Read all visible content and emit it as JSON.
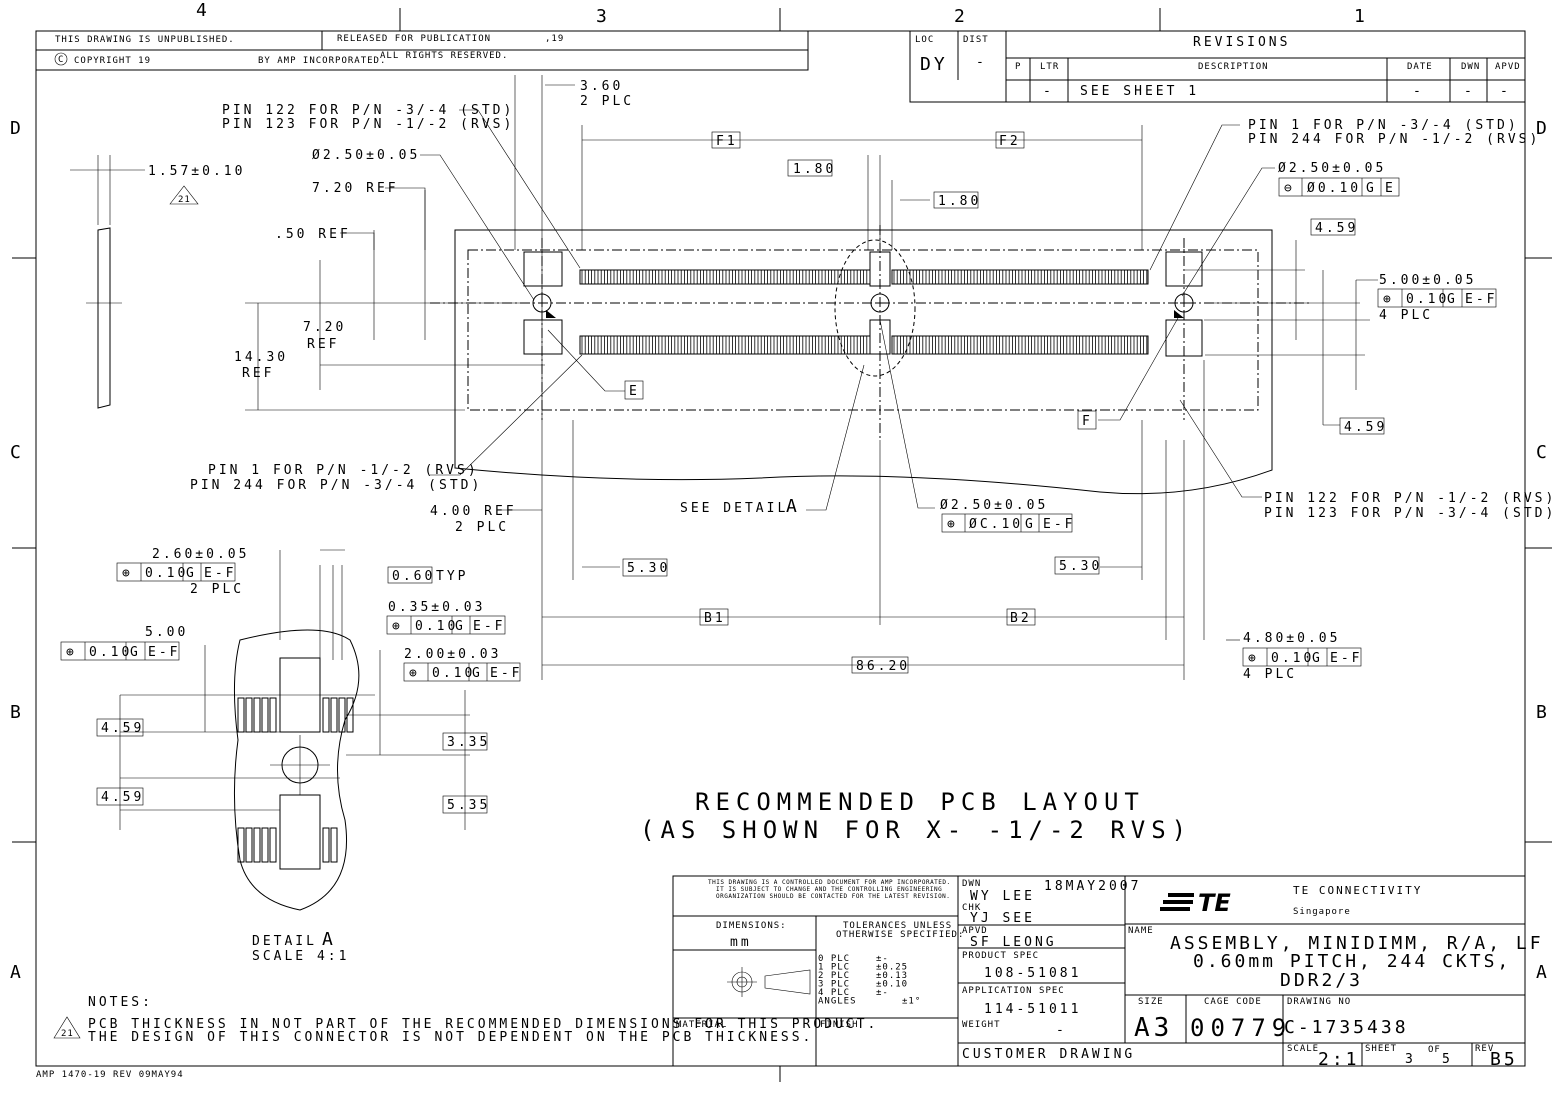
{
  "border": {
    "zones_top": [
      "4",
      "3",
      "2",
      "1"
    ],
    "zones_side": [
      "D",
      "C",
      "B",
      "A"
    ]
  },
  "header": {
    "unpublished": "THIS DRAWING IS UNPUBLISHED.",
    "copyright_symbol": "C",
    "copyright": "COPYRIGHT 19",
    "released": "RELEASED FOR PUBLICATION",
    "year": ",19",
    "by": "BY AMP INCORPORATED.",
    "rights": "ALL RIGHTS RESERVED."
  },
  "loc_dist": {
    "loc_label": "LOC",
    "loc_value": "DY",
    "dist_label": "DIST",
    "dist_value": "-"
  },
  "revisions": {
    "title": "REVISIONS",
    "columns": [
      "P",
      "LTR",
      "DESCRIPTION",
      "DATE",
      "DWN",
      "APVD"
    ],
    "row": {
      "ltr": "-",
      "description": "SEE SHEET 1",
      "date": "-",
      "dwn": "-",
      "apvd": "-"
    }
  },
  "callouts": {
    "pin122_std": "PIN 122 FOR P/N -3/-4 (STD)",
    "pin123_rvs": "PIN 123 FOR P/N -1/-2 (RVS)",
    "dia_left": "Ø2.50±0.05",
    "ref_720": "7.20 REF",
    "ref_50": ".50 REF",
    "d_157": "1.57±0.10",
    "note_flag": "21",
    "d_360": "3.60",
    "plc2": "2 PLC",
    "f1": "F1",
    "f2": "F2",
    "d_180a": "1.80",
    "d_180b": "1.80",
    "pin1_std": "PIN 1 FOR P/N -3/-4 (STD)",
    "pin244_rvs": "PIN 244 FOR P/N -1/-2 (RVS)",
    "dia_right": "Ø2.50±0.05",
    "fcf_right_sym": "⊖",
    "fcf_right_tol": "Ø0.10",
    "fcf_right_d1": "G",
    "fcf_right_d2": "E",
    "d_459a": "4.59",
    "d_500": "5.00±0.05",
    "fcf_500_tol": "0.10",
    "fcf_500_d1": "G",
    "fcf_500_d2": "E-F",
    "plc4": "4 PLC",
    "d_720": "7.20",
    "ref": "REF",
    "d_1430": "14.30",
    "datum_e": "E",
    "datum_f": "F",
    "d_459b": "4.59",
    "pin1_rvs": "PIN 1 FOR P/N -1/-2 (RVS)",
    "pin244_std": "PIN 244 FOR P/N -3/-4 (STD)",
    "pin122_rvs": "PIN 122 FOR P/N -1/-2 (RVS)",
    "pin123_std": "PIN 123 FOR P/N -3/-4 (STD)",
    "ref_400": "4.00 REF",
    "see_detail": "SEE DETAIL",
    "detail_letter": "A",
    "dia_center": "Ø2.50±0.05",
    "fcf_center_tol": "ØC.10",
    "fcf_center_d1": "G",
    "fcf_center_d2": "E-F",
    "d_530a": "5.30",
    "d_530b": "5.30",
    "b1": "B1",
    "b2": "B2",
    "d_480": "4.80±0.05",
    "fcf_480_tol": "0.10",
    "fcf_480_d1": "G",
    "fcf_480_d2": "E-F",
    "plc4b": "4 PLC",
    "d_8620": "86.20",
    "fcf_sym": "⊕"
  },
  "detail": {
    "d_260": "2.60±0.05",
    "fcf_260_tol": "0.10",
    "fcf_260_d": "E-F",
    "fcf_260_g": "G",
    "plc2": "2 PLC",
    "d_060": "0.60",
    "typ": "TYP",
    "d_035": "0.35±0.03",
    "fcf_035_tol": "0.10",
    "fcf_035_g": "G",
    "fcf_035_d": "E-F",
    "d_500": "5.00",
    "fcf_500_tol": "0.10",
    "fcf_500_g": "G",
    "fcf_500_d": "E-F",
    "d_200": "2.00±0.03",
    "fcf_200_tol": "0.10",
    "fcf_200_g": "G",
    "fcf_200_d": "E-F",
    "d_459a": "4.59",
    "d_459b": "4.59",
    "d_335": "3.35",
    "d_535": "5.35",
    "title": "DETAIL",
    "letter": "A",
    "scale": "SCALE  4:1"
  },
  "layout_title": {
    "line1": "RECOMMENDED PCB LAYOUT",
    "line2": "(AS SHOWN FOR X- -1/-2 RVS)"
  },
  "notes": {
    "label": "NOTES:",
    "flag": "21",
    "line1": "PCB THICKNESS IN NOT PART OF THE RECOMMENDED DIMENSIONS FOR THIS PRODUCT.",
    "line2": "THE DESIGN OF THIS CONNECTOR IS NOT DEPENDENT ON THE PCB THICKNESS."
  },
  "title_block": {
    "control1": "THIS DRAWING IS A CONTROLLED DOCUMENT FOR AMP INCORPORATED.",
    "control2": "IT IS SUBJECT TO CHANGE AND THE CONTROLLING ENGINEERING",
    "control3": "ORGANIZATION SHOULD BE CONTACTED FOR THE LATEST REVISION.",
    "dimensions_label": "DIMENSIONS:",
    "dimensions_unit": "mm",
    "tol_label1": "TOLERANCES UNLESS",
    "tol_label2": "OTHERWISE SPECIFIED:",
    "tol_rows": [
      {
        "k": "0 PLC",
        "v": "±-"
      },
      {
        "k": "1 PLC",
        "v": "±0.25"
      },
      {
        "k": "2 PLC",
        "v": "±0.13"
      },
      {
        "k": "3 PLC",
        "v": "±0.10"
      },
      {
        "k": "4 PLC",
        "v": "±-"
      },
      {
        "k": "ANGLES",
        "v": "±1°"
      }
    ],
    "material": "MATERIAL",
    "finish": "FINISH",
    "dwn_label": "DWN",
    "dwn": "WY LEE",
    "dwn_date": "18MAY2007",
    "chk_label": "CHK",
    "chk": "YJ SEE",
    "apvd_label": "APVD",
    "apvd": "SF LEONG",
    "product_spec_label": "PRODUCT SPEC",
    "product_spec": "108-51081",
    "app_spec_label": "APPLICATION SPEC",
    "app_spec": "114-51011",
    "weight_label": "WEIGHT",
    "weight": "-",
    "customer": "CUSTOMER DRAWING",
    "logo": "TE",
    "company": "TE CONNECTIVITY",
    "location": "Singapore",
    "name_label": "NAME",
    "name1": "ASSEMBLY, MINIDIMM, R/A, LF",
    "name2": "0.60mm PITCH, 244 CKTS,",
    "name3": "DDR2/3",
    "size_label": "SIZE",
    "size": "A3",
    "cage_label": "CAGE CODE",
    "cage": "00779",
    "dwg_label": "DRAWING NO",
    "dwg": "C-1735438",
    "scale_label": "SCALE",
    "scale": "2:1",
    "sheet_label": "SHEET",
    "sheet": "3",
    "of": "OF",
    "sheets": "5",
    "rev_label": "REV",
    "rev": "B5"
  },
  "form_no": "AMP 1470-19 REV 09MAY94"
}
